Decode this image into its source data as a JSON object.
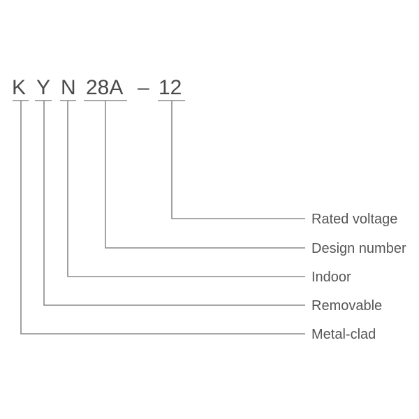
{
  "diagram": {
    "type": "model-designation-breakdown",
    "code": {
      "segments": [
        {
          "text": "K",
          "meaning": "Metal-clad"
        },
        {
          "text": "Y",
          "meaning": "Removable"
        },
        {
          "text": "N",
          "meaning": "Indoor"
        },
        {
          "text": "28A",
          "meaning": "Design number"
        },
        {
          "text": "–",
          "meaning": null
        },
        {
          "text": "12",
          "meaning": "Rated voltage"
        }
      ]
    },
    "labels": [
      {
        "text": "Rated voltage"
      },
      {
        "text": "Design number"
      },
      {
        "text": "Indoor"
      },
      {
        "text": "Removable"
      },
      {
        "text": "Metal-clad"
      }
    ],
    "colors": {
      "text": "#4a4a4a",
      "label_text": "#555555",
      "lines": "#8a8a8a",
      "background": "#ffffff"
    }
  }
}
